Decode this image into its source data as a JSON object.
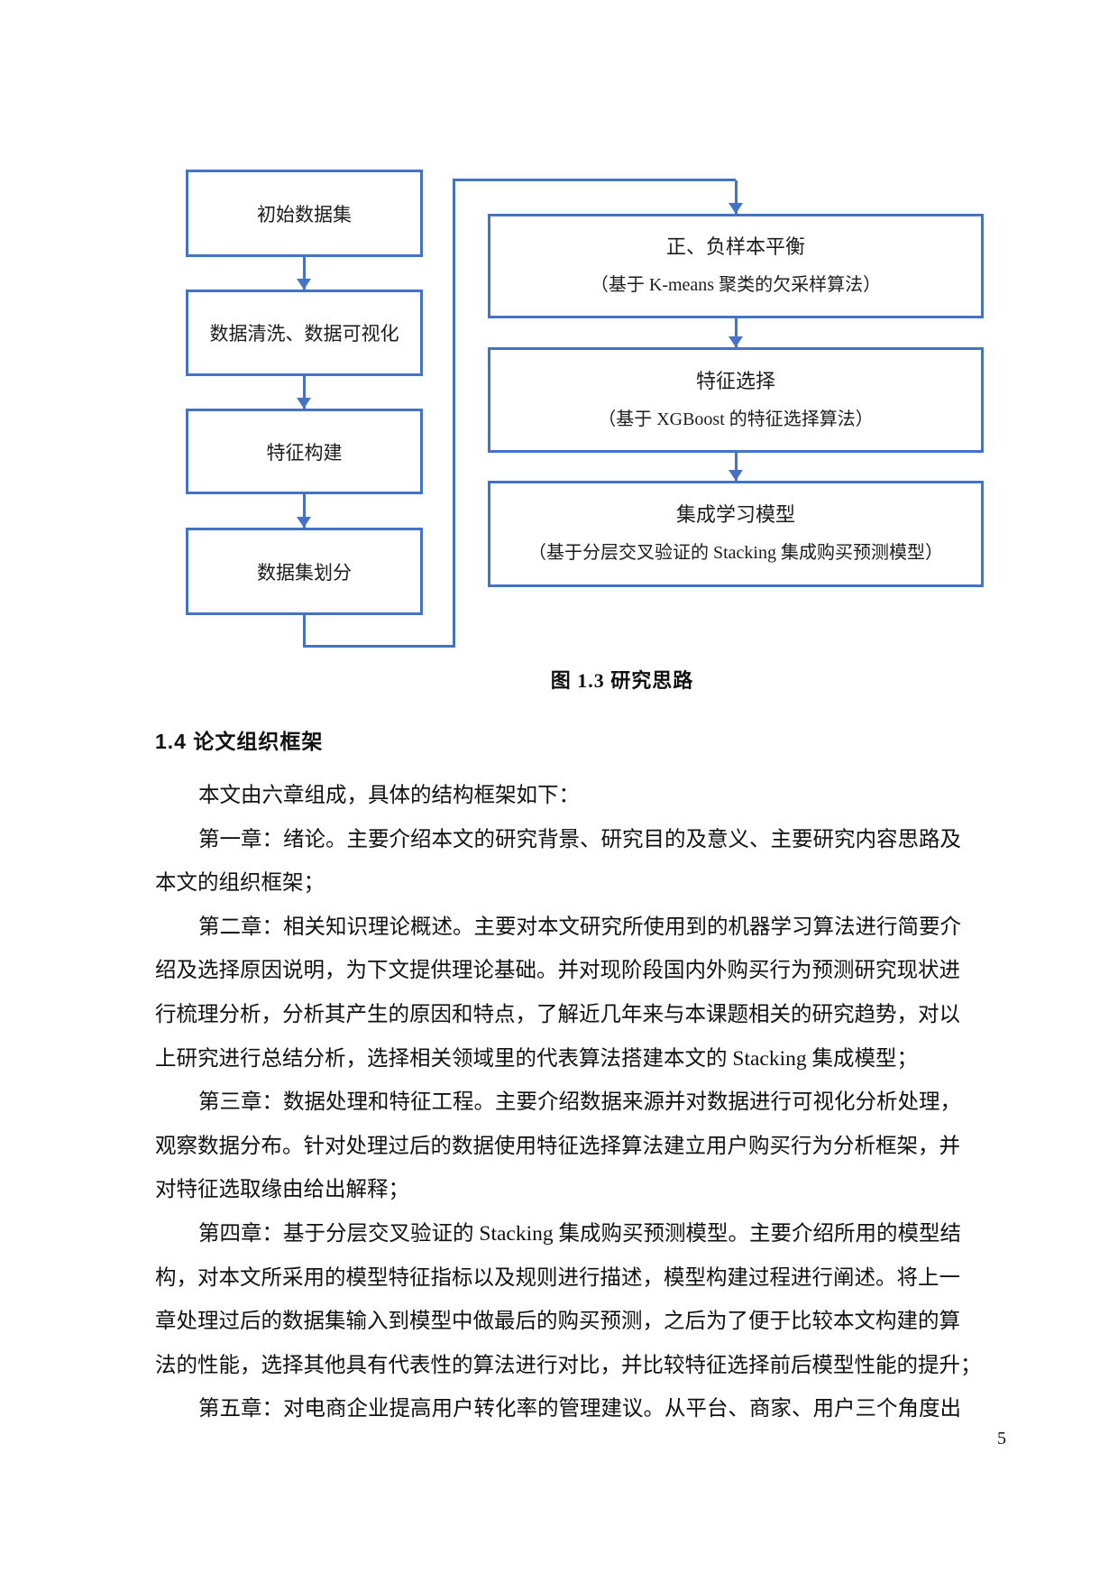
{
  "figure": {
    "accent_color": "#4472C4",
    "caption": "图 1.3  研究思路",
    "left_boxes": [
      "初始数据集",
      "数据清洗、数据可视化",
      "特征构建",
      "数据集划分"
    ],
    "right_boxes": [
      {
        "title": "正、负样本平衡",
        "subtitle": "（基于 K-means 聚类的欠采样算法）"
      },
      {
        "title": "特征选择",
        "subtitle": "（基于 XGBoost 的特征选择算法）"
      },
      {
        "title": "集成学习模型",
        "subtitle": "（基于分层交叉验证的 Stacking 集成购买预测模型）"
      }
    ]
  },
  "section": {
    "heading": "1.4 论文组织框架",
    "lines": [
      "本文由六章组成，具体的结构框架如下：",
      "第一章：绪论。主要介绍本文的研究背景、研究目的及意义、主要研究内容思路及",
      "本文的组织框架；",
      "第二章：相关知识理论概述。主要对本文研究所使用到的机器学习算法进行简要介",
      "绍及选择原因说明，为下文提供理论基础。并对现阶段国内外购买行为预测研究现状进",
      "行梳理分析，分析其产生的原因和特点，了解近几年来与本课题相关的研究趋势，对以",
      "上研究进行总结分析，选择相关领域里的代表算法搭建本文的 Stacking 集成模型；",
      "第三章：数据处理和特征工程。主要介绍数据来源并对数据进行可视化分析处理，",
      "观察数据分布。针对处理过后的数据使用特征选择算法建立用户购买行为分析框架，并",
      "对特征选取缘由给出解释；",
      "第四章：基于分层交叉验证的 Stacking 集成购买预测模型。主要介绍所用的模型结",
      "构，对本文所采用的模型特征指标以及规则进行描述，模型构建过程进行阐述。将上一",
      "章处理过后的数据集输入到模型中做最后的购买预测，之后为了便于比较本文构建的算",
      "法的性能，选择其他具有代表性的算法进行对比，并比较特征选择前后模型性能的提升；",
      "第五章：对电商企业提高用户转化率的管理建议。从平台、商家、用户三个角度出"
    ]
  },
  "page": {
    "number": "5"
  }
}
